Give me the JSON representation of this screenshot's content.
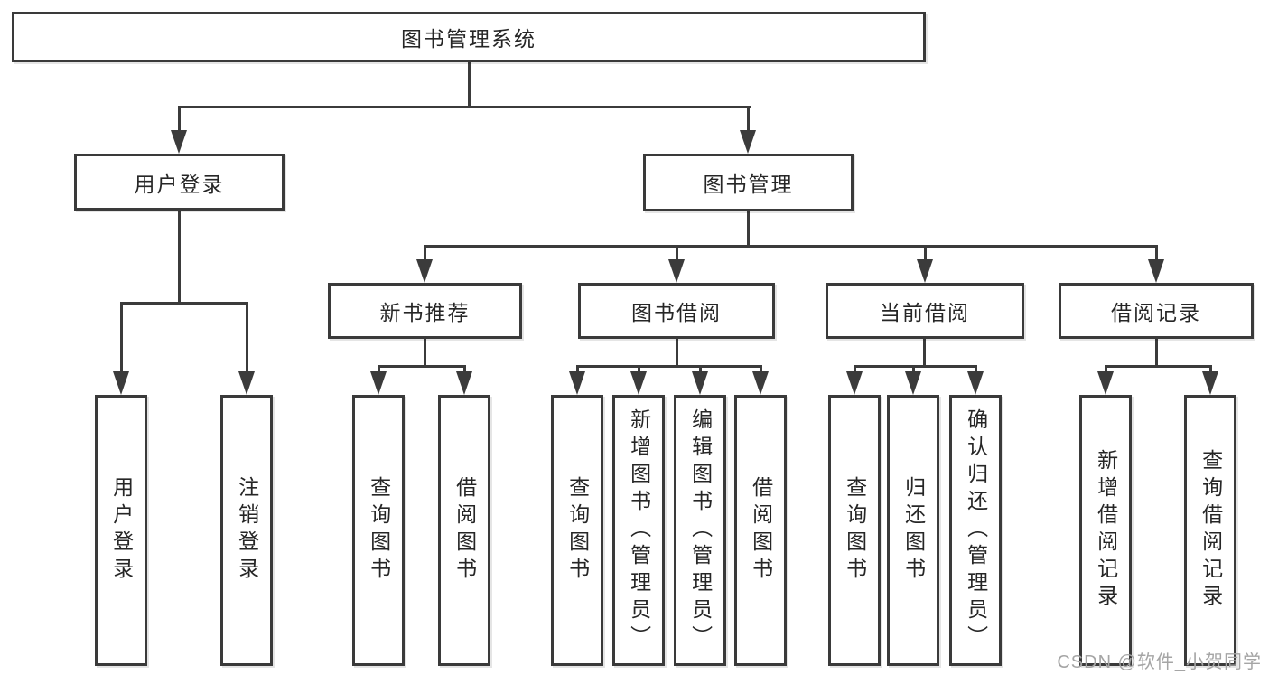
{
  "colors": {
    "line": "#3b3b3b",
    "box_border": "#3a3a3a",
    "text": "#262626",
    "watermark": "#a5a5a5",
    "background": "#ffffff"
  },
  "watermark": "CSDN @软件_小贺同学",
  "diagram": {
    "type": "tree",
    "root": {
      "label": "图书管理系统"
    },
    "branches": [
      {
        "label": "用户登录",
        "children": [
          {
            "label": "用户登录"
          },
          {
            "label": "注销登录"
          }
        ]
      },
      {
        "label": "图书管理",
        "children": [
          {
            "label": "新书推荐",
            "children": [
              {
                "label": "查询图书"
              },
              {
                "label": "借阅图书"
              }
            ]
          },
          {
            "label": "图书借阅",
            "children": [
              {
                "label": "查询图书"
              },
              {
                "label": "新增图书（管理员）"
              },
              {
                "label": "编辑图书（管理员）"
              },
              {
                "label": "借阅图书"
              }
            ]
          },
          {
            "label": "当前借阅",
            "children": [
              {
                "label": "查询图书"
              },
              {
                "label": "归还图书"
              },
              {
                "label": "确认归还（管理员）"
              }
            ]
          },
          {
            "label": "借阅记录",
            "children": [
              {
                "label": "新增借阅记录"
              },
              {
                "label": "查询借阅记录"
              }
            ]
          }
        ]
      }
    ]
  }
}
